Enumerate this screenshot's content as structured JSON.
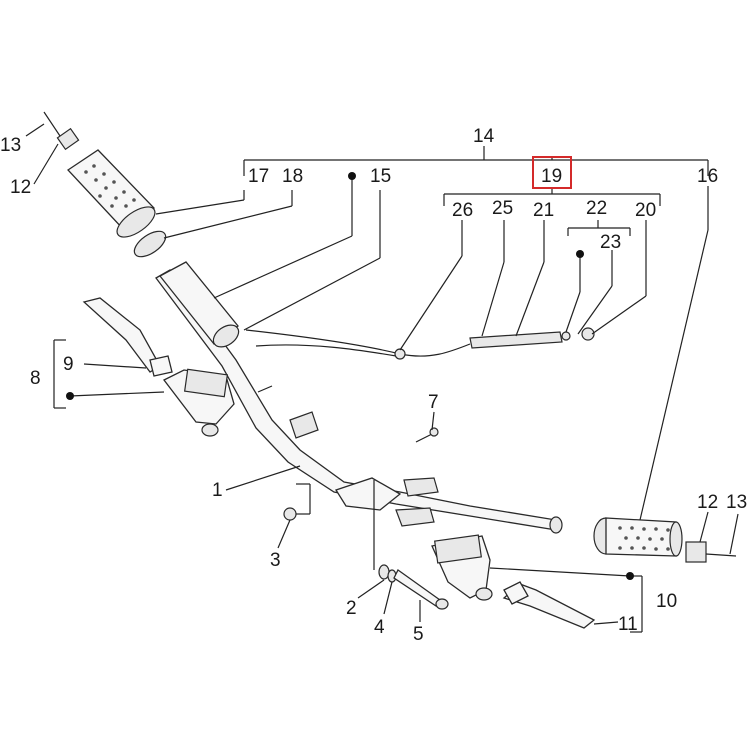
{
  "diagram": {
    "labels": {
      "l1": "1",
      "l2": "2",
      "l3": "3",
      "l4": "4",
      "l5": "5",
      "l7": "7",
      "l8": "8",
      "l9": "9",
      "l10": "10",
      "l11": "11",
      "l12a": "12",
      "l12b": "12",
      "l13a": "13",
      "l13b": "13",
      "l14": "14",
      "l15": "15",
      "l16": "16",
      "l17": "17",
      "l18": "18",
      "l19": "19",
      "l20": "20",
      "l21": "21",
      "l22": "22",
      "l23": "23",
      "l25": "25",
      "l26": "26"
    },
    "highlight_color": "#d42a2a"
  }
}
